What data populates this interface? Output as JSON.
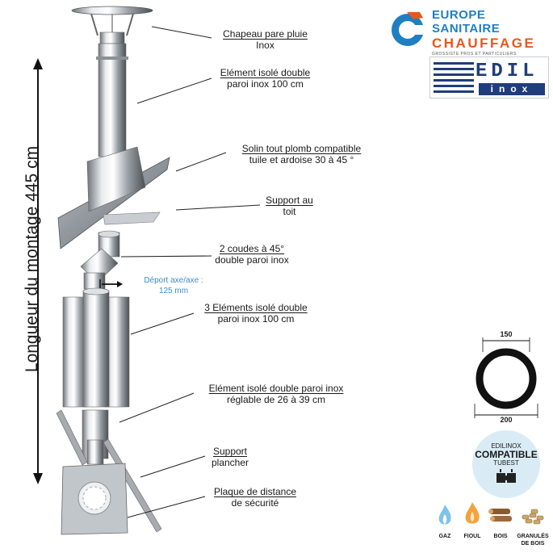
{
  "labels": {
    "chapeau": {
      "line1": "Chapeau pare pluie",
      "line2": "Inox"
    },
    "element100": {
      "line1": "Elément isolé double",
      "line2": "paroi inox 100 cm"
    },
    "solin": {
      "line1": "Solin tout plomb compatible",
      "line2": "tuile et ardoise 30 à 45 °"
    },
    "support_toit": {
      "line1": "Support au",
      "line2": "toit"
    },
    "coudes": {
      "line1": "2 coudes à 45°",
      "line2": "double paroi inox"
    },
    "elements3": {
      "line1": "3 Eléments isolé double",
      "line2": "paroi inox 100 cm"
    },
    "reglable": {
      "line1": "Elément isolé double paroi inox",
      "line2": "réglable de 26 à 39 cm"
    },
    "support_plancher": {
      "line1": "Support",
      "line2": "plancher"
    },
    "plaque": {
      "line1": "Plaque de distance",
      "line2": "de sécurité"
    }
  },
  "deport": {
    "line1": "Déport axe/axe :",
    "line2": "125 mm"
  },
  "longueur": "Longueur du montage  445 cm",
  "brand": {
    "name1": "EUROPE SANITAIRE",
    "name2": "CHAUFFAGE",
    "tagline": "GROSSISTE PROS ET PARTICULIERS"
  },
  "edil": {
    "top": "EDIL",
    "bottom": "inox"
  },
  "dimensions": {
    "inner": "150",
    "outer": "200"
  },
  "badge": {
    "line1": "EDILINOX",
    "line2": "COMPATIBLE",
    "line3": "TUBEST"
  },
  "fuels": {
    "gaz": "GAZ",
    "fioul": "FIOUL",
    "bois": "BOIS",
    "granules1": "GRANULÉS",
    "granules2": "DE BOIS"
  },
  "colors": {
    "accent_blue": "#1f7fc1",
    "accent_orange": "#e8581c",
    "deport_blue": "#3b8fd0",
    "badge_bg": "#d9ecf6"
  }
}
